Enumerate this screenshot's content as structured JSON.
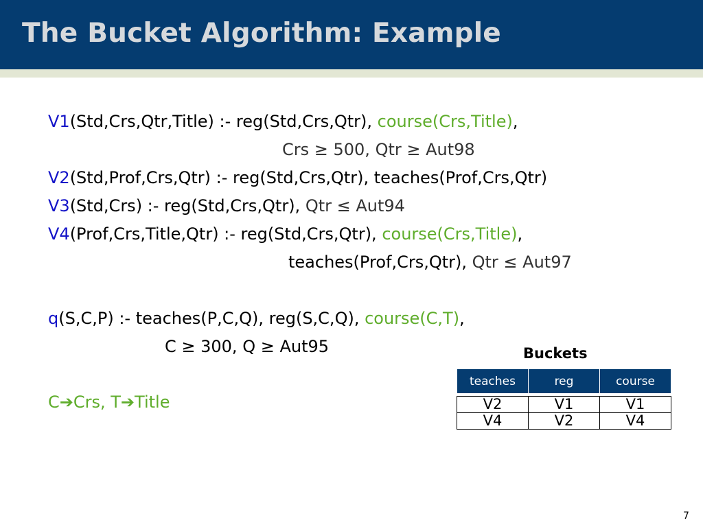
{
  "slide": {
    "title": "The Bucket Algorithm: Example",
    "page_number": "7"
  },
  "rules": {
    "v1": {
      "name": "V1",
      "head": "(Std,Crs,Qtr,Title) :- reg(Std,Crs,Qtr), ",
      "course": "course(Crs,Title)",
      "comma": ",",
      "cont": "Crs ≥ 500, Qtr ≥ Aut98"
    },
    "v2": {
      "name": "V2",
      "body": "(Std,Prof,Crs,Qtr) :- reg(Std,Crs,Qtr), teaches(Prof,Crs,Qtr)"
    },
    "v3": {
      "name": "V3",
      "body": "(Std,Crs) :- reg(Std,Crs,Qtr), ",
      "cond": "Qtr ≤ Aut94"
    },
    "v4": {
      "name": "V4",
      "head": "(Prof,Crs,Title,Qtr) :- reg(Std,Crs,Qtr), ",
      "course": "course(Crs,Title)",
      "comma": ",",
      "cont": "teaches(Prof,Crs,Qtr), ",
      "cond": "Qtr ≤ Aut97"
    },
    "q": {
      "name": "q",
      "head": "(S,C,P) :- teaches(P,C,Q), reg(S,C,Q), ",
      "course": "course(C,T)",
      "comma": ",",
      "cont": "C ≥ 300, Q ≥ Aut95"
    },
    "mapping": {
      "c": "C",
      "crs": "Crs, T",
      "title": "Title"
    }
  },
  "buckets": {
    "title": "Buckets",
    "headers": [
      "teaches",
      "reg",
      "course"
    ],
    "rows": [
      [
        "V2",
        "V1",
        "V1"
      ],
      [
        "V4",
        "V2",
        "V4"
      ]
    ]
  },
  "colors": {
    "header_bg": "#053c70",
    "title_text": "#d6d9dc",
    "view_name": "#1414c8",
    "course_atom": "#5fad2c"
  }
}
